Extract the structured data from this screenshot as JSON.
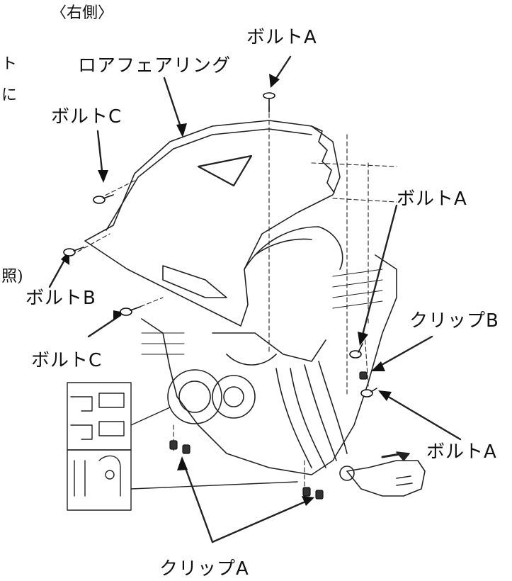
{
  "header": {
    "side_label": "〈右側〉"
  },
  "fragments": {
    "right": "ト",
    "ni": "に",
    "paren": "照)"
  },
  "labels": {
    "fairing": "ロアフェアリング",
    "bolt_a_top": "ボルトA",
    "bolt_c_top": "ボルトC",
    "bolt_a_mid": "ボルトA",
    "bolt_b": "ボルトB",
    "clip_b": "クリップB",
    "bolt_c_bottom": "ボルトC",
    "bolt_a_bottom": "ボルトA",
    "clip_a": "クリップA"
  },
  "icons": [
    "arrow-icon",
    "bolt-icon",
    "clip-icon"
  ]
}
